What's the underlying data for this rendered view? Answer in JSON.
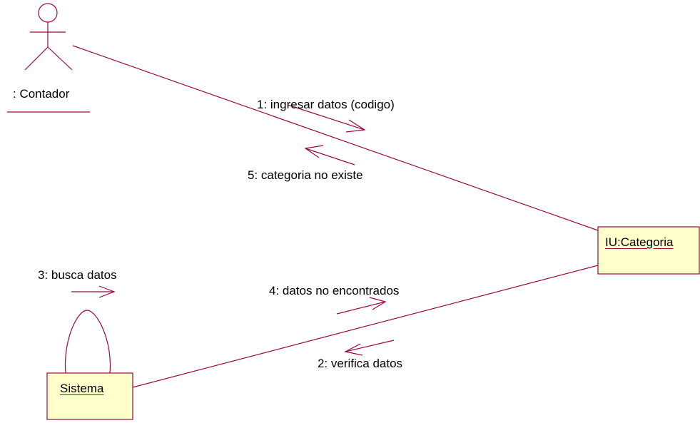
{
  "diagram": {
    "type": "UML collaboration diagram",
    "colors": {
      "line": "#9a0a3c",
      "object_fill": "#ffffcc",
      "text": "#000000",
      "background": "#ffffff"
    },
    "actor": {
      "label": ": Contador"
    },
    "objects": [
      {
        "id": "iu-categoria",
        "label": "IU:Categoria"
      },
      {
        "id": "sistema",
        "label": "Sistema"
      }
    ],
    "messages": [
      {
        "id": "m1",
        "label": "1: ingresar datos (codigo)",
        "from": ": Contador",
        "to": "IU:Categoria"
      },
      {
        "id": "m2",
        "label": "2: verifica datos",
        "from": "IU:Categoria",
        "to": "Sistema"
      },
      {
        "id": "m3",
        "label": "3: busca datos",
        "from": "Sistema",
        "to": "Sistema"
      },
      {
        "id": "m4",
        "label": "4: datos no encontrados",
        "from": "Sistema",
        "to": "IU:Categoria"
      },
      {
        "id": "m5",
        "label": "5: categoria no existe",
        "from": "IU:Categoria",
        "to": ": Contador"
      }
    ]
  }
}
